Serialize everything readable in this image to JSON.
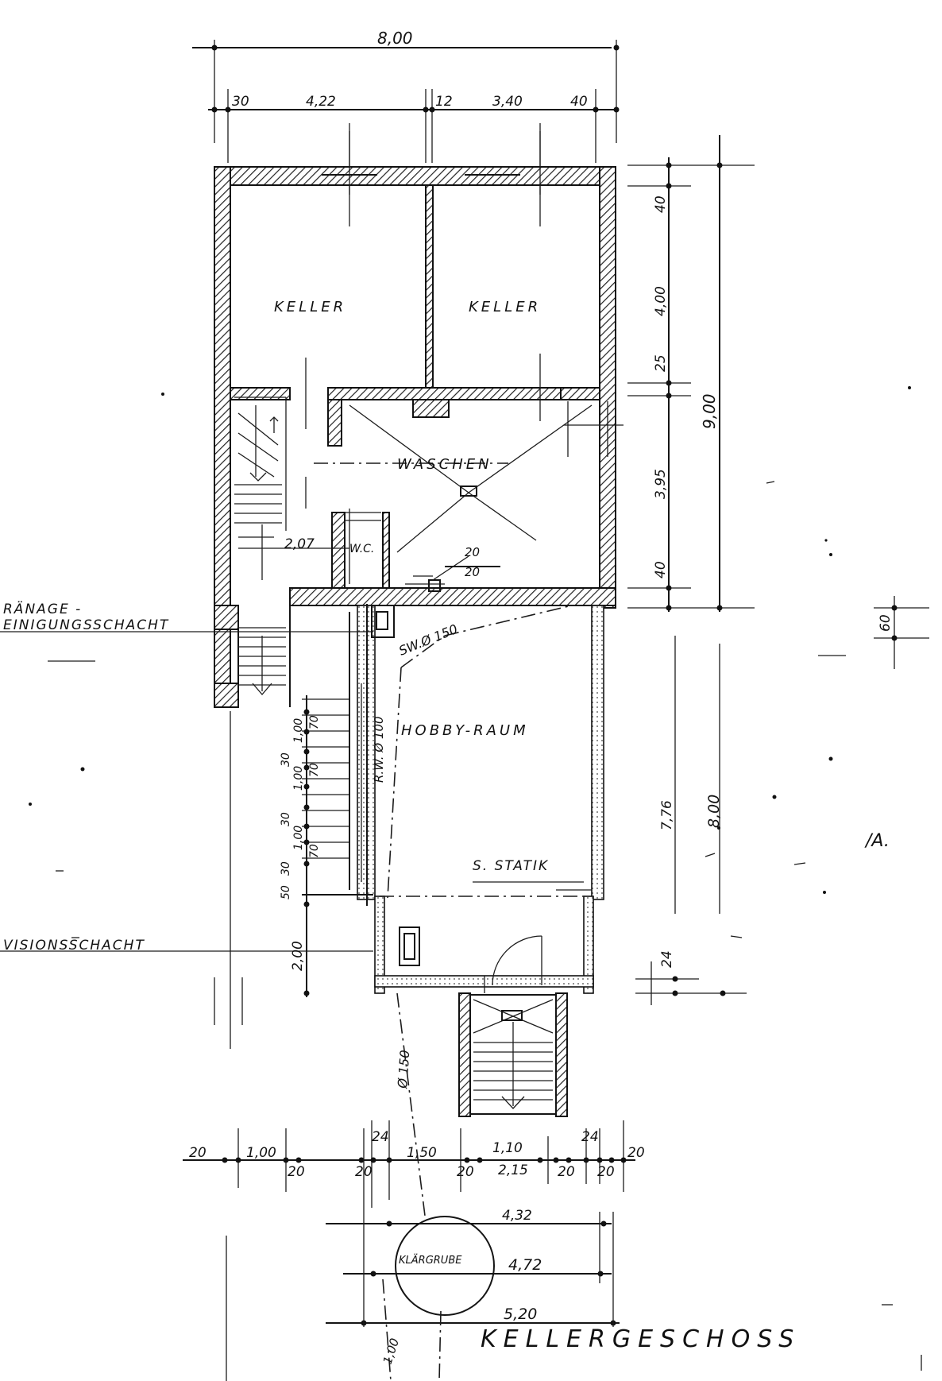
{
  "drawing": {
    "title": "KELLERGESCHOSS",
    "side_mark": "/A."
  },
  "rooms": {
    "keller_left": "KELLER",
    "keller_right": "KELLER",
    "waschen": "WASCHEN",
    "wc": "W.C.",
    "hobby": "HOBBY-RAUM",
    "klaergrube": "KLÄRGRUBE"
  },
  "notes": {
    "drainage_line1": "RÄNAGE -",
    "drainage_line2": "EINIGUNGSSCHACHT",
    "revision": "VISIONSSCHACHT",
    "statik": "S. STATIK",
    "sw_pipe": "SW.Ø 150",
    "rw_pipe": "R.W. Ø 100",
    "pipe_diam": "Ø 150"
  },
  "dimensions": {
    "top_total": "8,00",
    "top_30": "30",
    "top_422": "4,22",
    "top_12": "12",
    "top_340": "3,40",
    "top_40": "40",
    "right_40": "40",
    "right_400": "4,00",
    "right_25": "25",
    "right_395": "3,95",
    "right_40b": "40",
    "right_900": "9,00",
    "right_60": "60",
    "right_776": "7,76",
    "right_800": "8,00",
    "right_24": "24",
    "wc_207": "2,07",
    "vent_20a": "20",
    "vent_20b": "20",
    "left_30a": "30",
    "left_100a": "1,00",
    "left_70a": "70",
    "left_30b": "30",
    "left_100b": "1,00",
    "left_70b": "70",
    "left_30c": "30",
    "left_100c": "1,00",
    "left_70c": "70",
    "left_50": "50",
    "left_200": "2,00",
    "bot_20a": "20",
    "bot_100": "1,00",
    "bot_20b": "20",
    "bot_20c": "20",
    "bot_24a": "24",
    "bot_150": "1,50",
    "bot_20d": "20",
    "bot_110": "1,10",
    "bot_215": "2,15",
    "bot_20e": "20",
    "bot_24b": "24",
    "bot_20f": "20",
    "bot_20g": "20",
    "bot_432": "4,32",
    "bot_472": "4,72",
    "bot_520": "5,20",
    "bot_100diag": "1,00"
  }
}
